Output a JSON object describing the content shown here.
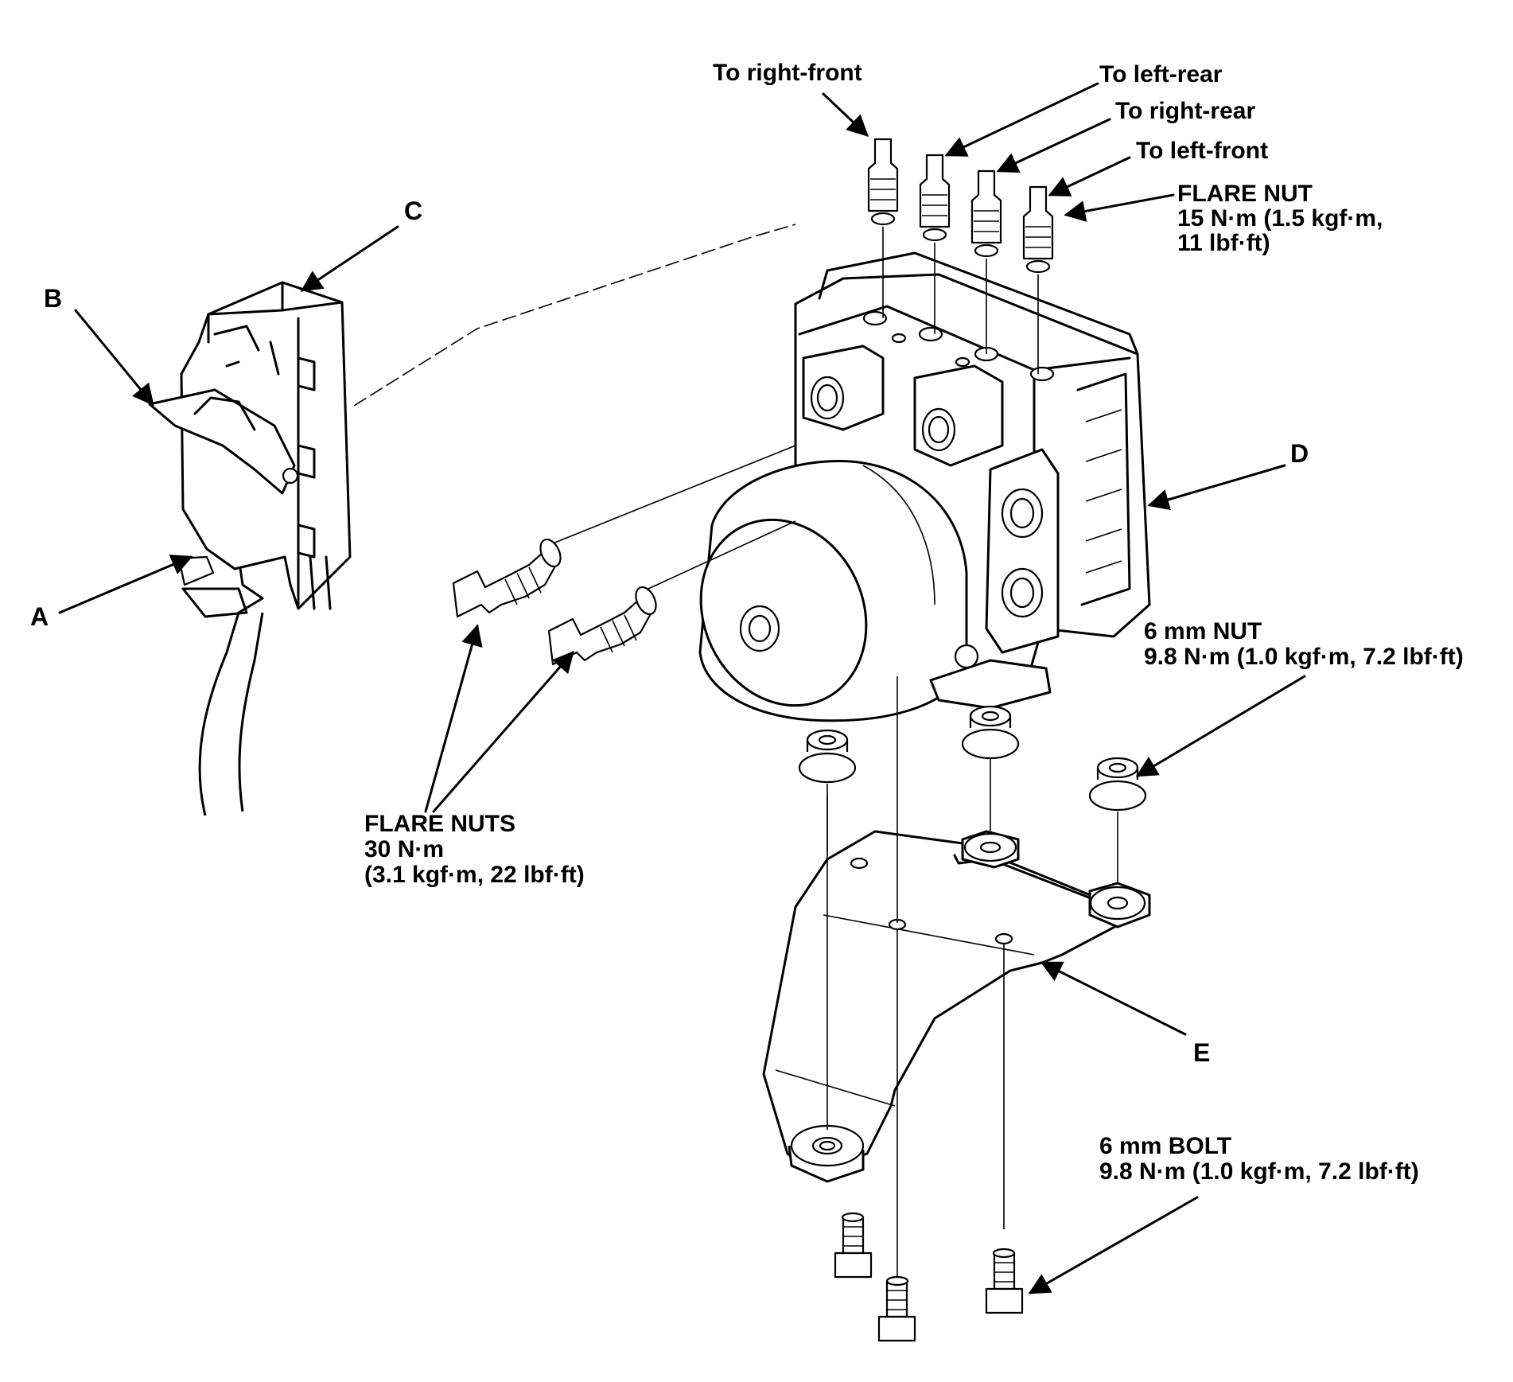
{
  "labels": {
    "to_right_front": "To right-front",
    "to_left_rear": "To left-rear",
    "to_right_rear": "To right-rear",
    "to_left_front": "To left-front",
    "flare_nut_title": "FLARE NUT",
    "flare_nut_spec_1": "15 N·m (1.5 kgf·m,",
    "flare_nut_spec_2": "11 lbf·ft)",
    "letter_a": "A",
    "letter_b": "B",
    "letter_c": "C",
    "letter_d": "D",
    "letter_e": "E",
    "flare_nuts_title": "FLARE NUTS",
    "flare_nuts_spec_1": "30 N·m",
    "flare_nuts_spec_2": "(3.1 kgf·m, 22 lbf·ft)",
    "nut_6mm_title": "6 mm NUT",
    "nut_6mm_spec": "9.8 N·m (1.0 kgf·m, 7.2 lbf·ft)",
    "bolt_6mm_title": "6 mm BOLT",
    "bolt_6mm_spec": "9.8 N·m (1.0 kgf·m, 7.2 lbf·ft)"
  }
}
